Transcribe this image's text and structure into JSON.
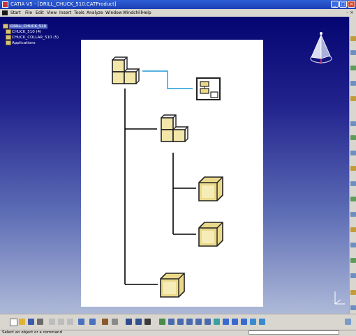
{
  "window": {
    "title": "CATIA V5 - [DRILL_CHUCK_510.CATProduct]",
    "minimize_glyph": "_",
    "maximize_glyph": "□",
    "close_glyph": "×"
  },
  "menubar": {
    "items": [
      "Start",
      "File",
      "Edit",
      "View",
      "Insert",
      "Tools",
      "Analyze",
      "Window",
      "Windchill",
      "Help"
    ],
    "right_glyph": "- ×"
  },
  "tree": {
    "root": "DRILL_CHUCK_510",
    "children": [
      "CHUCK_510 (4)",
      "CHUCK_COLLAR_510 (5)",
      "Applications"
    ]
  },
  "status": {
    "message": "Select an object or a command",
    "command_value": ""
  },
  "colors": {
    "viewport_top": "#050572",
    "viewport_bottom": "#aeb9d8",
    "tree_line": "#000000",
    "link_line": "#1e9ad6",
    "product_fill": "#f2e6a8"
  },
  "icons": {
    "compass": "compass-icon",
    "axis": "axis-triad-icon",
    "product": "product-icon",
    "part": "part-icon",
    "catalog": "catalog-icon"
  }
}
